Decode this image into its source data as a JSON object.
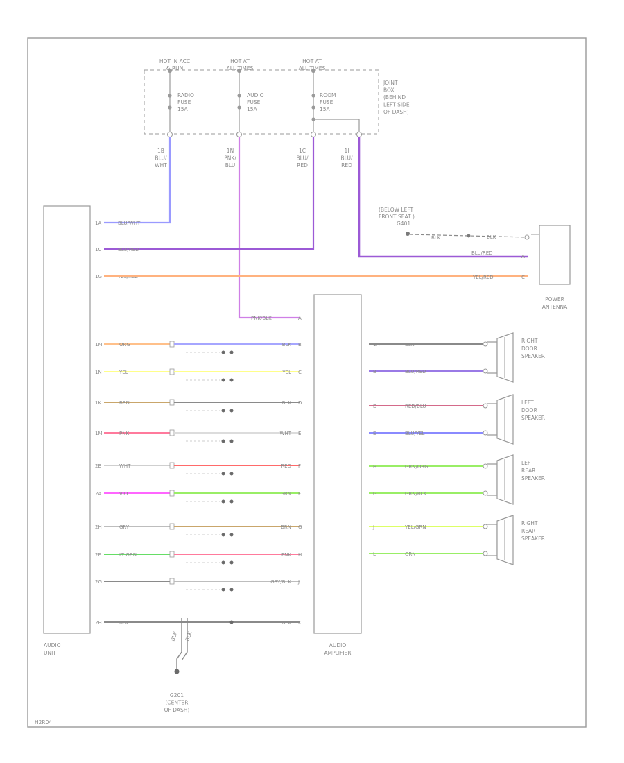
{
  "fuse_block": {
    "label_lines": [
      "JOINT",
      "BOX",
      "(BEHIND",
      "LEFT SIDE",
      "OF DASH)"
    ],
    "fuses": [
      {
        "hot_lines": [
          "HOT IN ACC",
          "& RUN"
        ],
        "name_lines": [
          "RADIO",
          "FUSE",
          "15A"
        ],
        "wire_lines": [
          "1B",
          "BLU/",
          "WHT"
        ]
      },
      {
        "hot_lines": [
          "HOT AT",
          "ALL TIMES"
        ],
        "name_lines": [
          "AUDIO",
          "FUSE",
          "15A"
        ],
        "wire_lines": [
          "1N",
          "PNK/",
          "BLU"
        ]
      },
      {
        "hot_lines": [
          "HOT AT",
          "ALL TIMES"
        ],
        "name_lines": [
          "ROOM",
          "FUSE",
          "15A"
        ],
        "wire_lines": [
          "1C",
          "BLU/",
          "RED"
        ]
      }
    ],
    "extra_wire_lines": [
      "1I",
      "BLU/",
      "RED"
    ]
  },
  "audio_unit": {
    "label_lines": [
      "AUDIO",
      "UNIT"
    ]
  },
  "audio_amplifier": {
    "label_lines": [
      "AUDIO",
      "AMPLIFIER"
    ]
  },
  "power_antenna": {
    "label_lines": [
      "POWER",
      "ANTENNA"
    ],
    "ground_lines": [
      "(BELOW LEFT",
      "FRONT SEAT )",
      "G401"
    ],
    "wires": [
      {
        "name": "BLK",
        "pin": ""
      },
      {
        "name": "BLU/RED",
        "pin": "A"
      },
      {
        "name": "YEL/RED",
        "pin": "C"
      }
    ]
  },
  "unit_top_wires": [
    {
      "pin": "1A",
      "name": "BLU/WHT"
    },
    {
      "pin": "1C",
      "name": "BLU/RED"
    },
    {
      "pin": "1G",
      "name": "YEL/RED"
    }
  ],
  "amp_feed_wire": {
    "name": "PNK/BLK",
    "pin": "A"
  },
  "unit_amp_wires": [
    {
      "pin": "1M",
      "left": "ORG",
      "right": "BLK",
      "rpin": "B"
    },
    {
      "pin": "1N",
      "left": "YEL",
      "right": "YEL",
      "rpin": "C"
    },
    {
      "pin": "1K",
      "left": "BRN",
      "right": "BLK",
      "rpin": "D"
    },
    {
      "pin": "1M",
      "left": "PNK",
      "right": "WHT",
      "rpin": "E"
    },
    {
      "pin": "2B",
      "left": "WHT",
      "right": "RED",
      "rpin": "F"
    },
    {
      "pin": "2A",
      "left": "VIO",
      "right": "GRN",
      "rpin": "F"
    },
    {
      "pin": "2H",
      "left": "GRY",
      "right": "BRN",
      "rpin": "G"
    },
    {
      "pin": "2F",
      "left": "LT GRN",
      "right": "PNK",
      "rpin": "H"
    },
    {
      "pin": "2G",
      "left": "",
      "right": "GRY/BLK",
      "rpin": "J"
    },
    {
      "pin": "2H",
      "left": "BLK",
      "right": "BLK",
      "rpin": "K"
    }
  ],
  "speakers": [
    {
      "label_lines": [
        "RIGHT",
        "DOOR",
        "SPEAKER"
      ],
      "wires": [
        {
          "pin": "1A",
          "name": "BLK"
        },
        {
          "pin": "B",
          "name": "BLU/RED"
        }
      ]
    },
    {
      "label_lines": [
        "LEFT",
        "DOOR",
        "SPEAKER"
      ],
      "wires": [
        {
          "pin": "D",
          "name": "RED/BLU"
        },
        {
          "pin": "E",
          "name": "BLU/YEL"
        }
      ]
    },
    {
      "label_lines": [
        "LEFT",
        "REAR",
        "SPEAKER"
      ],
      "wires": [
        {
          "pin": "H",
          "name": "GRN/ORG"
        },
        {
          "pin": "G",
          "name": "GRN/BLK"
        }
      ]
    },
    {
      "label_lines": [
        "RIGHT",
        "REAR",
        "SPEAKER"
      ],
      "wires": [
        {
          "pin": "J",
          "name": "YEL/GRN"
        },
        {
          "pin": "L",
          "name": "GRN"
        }
      ]
    }
  ],
  "ground_g201": {
    "label_lines": [
      "G201",
      "(CENTER",
      "OF DASH)"
    ],
    "wire_lines": [
      "BLK",
      "BLK"
    ]
  },
  "footer_code": "H2R04",
  "colors": {
    "blu_wht": "#9a9aff",
    "blu_red": "#9c5ad6",
    "pnk_blu": "#cf7fe6",
    "yel_red": "#ffb27f",
    "org": "#ffc08a",
    "yel": "#ffff8a",
    "brn": "#c9a66b",
    "pnk": "#ff7a9c",
    "wht": "#cfcfcf",
    "vio": "#ff66ff",
    "gry": "#bdbdbd",
    "lt_grn": "#66dd66",
    "blk": "#8a8a8a",
    "red": "#ff6a6a",
    "grn": "#99ee66",
    "red_blu": "#d46a8a",
    "blu_yel": "#8a8aff",
    "yel_grn": "#ddff66",
    "outline": "#9a9a9a"
  }
}
